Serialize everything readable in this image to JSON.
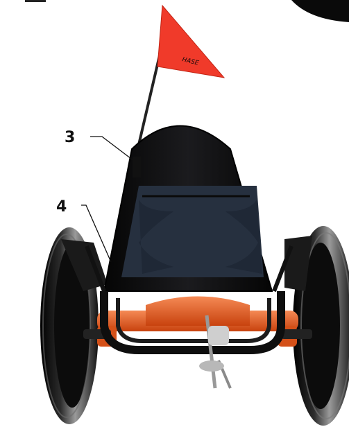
{
  "callouts": {
    "label_3": "3",
    "label_4": "4"
  },
  "flag": {
    "brand_text": "HASE",
    "color": "#f03a2a"
  },
  "colors": {
    "frame": "#e85a1c",
    "seat": "#0d0d0f",
    "seat_mesh": "#26303f",
    "tire": "#1a1a1a"
  },
  "icons": [
    "flag-icon",
    "seat-icon",
    "wheel-icon"
  ]
}
